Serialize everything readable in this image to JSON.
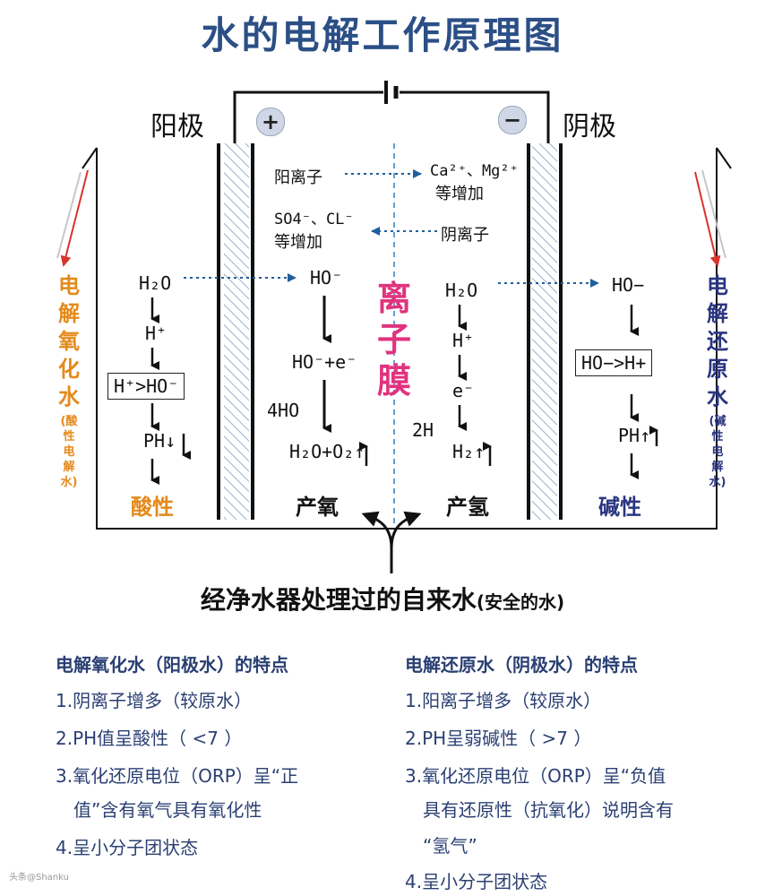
{
  "title": "水的电解工作原理图",
  "anode": {
    "label": "阳极",
    "sign": "+"
  },
  "cathode": {
    "label": "阴极",
    "sign": "−"
  },
  "membrane": "离子膜",
  "exchange": {
    "cation_left": "阳离子",
    "cation_right_1": "Ca²⁺、Mg²⁺",
    "cation_right_2": "等增加",
    "anion_left_1": "SO4⁻、CL⁻",
    "anion_left_2": "等增加",
    "anion_right": "阴离子"
  },
  "left_chain": {
    "h2o": "H₂O",
    "h": "H⁺",
    "compare": "H⁺>HO⁻",
    "ph": "PH↓",
    "result": "酸性"
  },
  "center_left_chain": {
    "ho": "HO⁻",
    "hoe": "HO⁻+e⁻",
    "fourho": "4HO",
    "product": "H₂O+O₂↑",
    "result": "产氧"
  },
  "center_right_chain": {
    "h2o": "H₂O",
    "h": "H⁺",
    "e": "e⁻",
    "twoh": "2H",
    "product": "H₂↑",
    "result": "产氢"
  },
  "right_chain": {
    "ho": "HO−",
    "compare": "HO−>H+",
    "ph": "PH↑",
    "result": "碱性"
  },
  "left_side_label": "电解氧化水",
  "left_side_sub": "(酸性电解水)",
  "right_side_label": "电解还原水",
  "right_side_sub": "(碱性电解水)",
  "source": {
    "main": "经净水器处理过的自来水",
    "sub": "(安全的水)"
  },
  "features_left": {
    "heading": "电解氧化水（阳极水）的特点",
    "items": [
      "1.阴离子增多（较原水）",
      "2.PH值呈酸性（ <7 ）",
      "3.氧化还原电位（ORP）呈“正",
      "值”含有氧气具有氧化性",
      "4.呈小分子团状态"
    ]
  },
  "features_right": {
    "heading": "电解还原水（阴极水）的特点",
    "items": [
      "1.阳离子增多（较原水）",
      "2.PH呈弱碱性（ >7 ）",
      "3.氧化还原电位（ORP）呈“负值",
      "具有还原性（抗氧化）说明含有",
      "“氢气”",
      "4.呈小分子团状态"
    ]
  },
  "watermark": "头条@Shanku",
  "colors": {
    "title": "#2b4f86",
    "acid": "#e48a1b",
    "alkali": "#2a3580",
    "membrane": "#e0337e",
    "feature_text": "#2a3f73",
    "dotted_arrow": "#1f5f9e",
    "side_arrow": "#d8342b"
  }
}
